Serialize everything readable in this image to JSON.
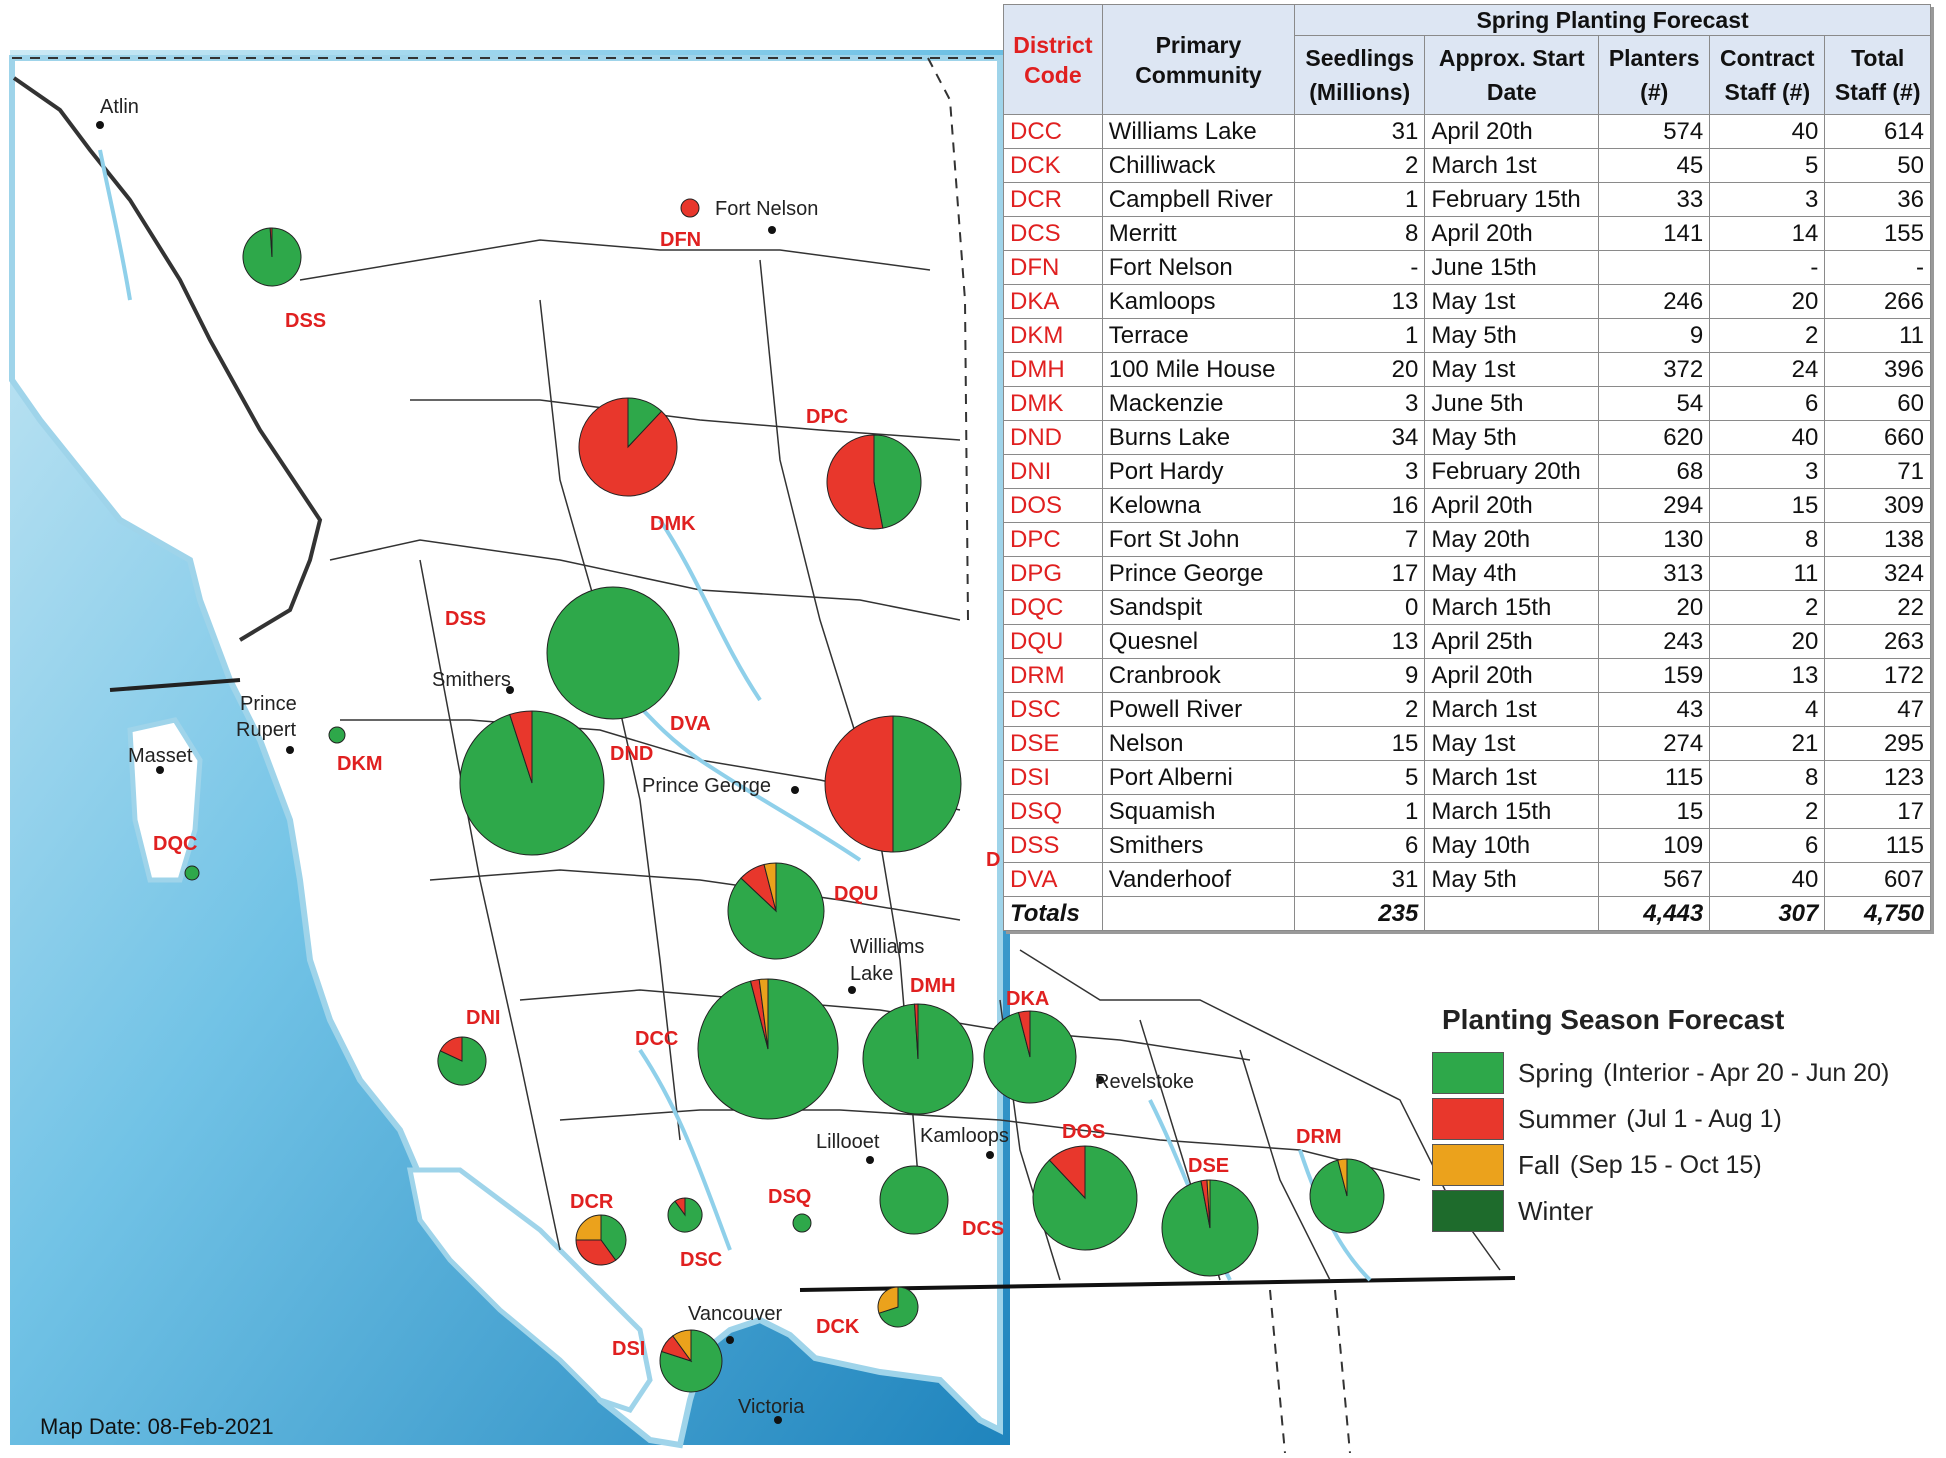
{
  "colors": {
    "spring": "#2ea84a",
    "summer": "#e8372c",
    "fall": "#eba21c",
    "winter": "#1e6b2c",
    "ocean": "#6cc4e6",
    "label_red": "#e02020"
  },
  "map": {
    "date_label": "Map Date:  08-Feb-2021",
    "cities": [
      "Atlin",
      "Fort Nelson",
      "Smithers",
      "Prince Rupert",
      "Masset",
      "Prince George",
      "Williams Lake",
      "Revelstoke",
      "Lillooet",
      "Kamloops",
      "Vancouver",
      "Victoria"
    ],
    "district_labels": [
      "DSS",
      "DFN",
      "DPC",
      "DMK",
      "DSS",
      "DKM",
      "DQC",
      "DND",
      "DVA",
      "DQU",
      "DMH",
      "DKA",
      "DCC",
      "DNI",
      "DOS",
      "DSE",
      "DRM",
      "DCR",
      "DSC",
      "DSQ",
      "DCS",
      "DCK",
      "DSI",
      "D"
    ]
  },
  "table": {
    "group_header": "Spring Planting Forecast",
    "columns": [
      "District Code",
      "Primary Community",
      "Seedlings (Millions)",
      "Approx. Start Date",
      "Planters (#)",
      "Contract Staff (#)",
      "Total Staff (#)"
    ],
    "rows": [
      [
        "DCC",
        "Williams Lake",
        "31",
        "April 20th",
        "574",
        "40",
        "614"
      ],
      [
        "DCK",
        "Chilliwack",
        "2",
        "March 1st",
        "45",
        "5",
        "50"
      ],
      [
        "DCR",
        "Campbell River",
        "1",
        "February 15th",
        "33",
        "3",
        "36"
      ],
      [
        "DCS",
        "Merritt",
        "8",
        "April 20th",
        "141",
        "14",
        "155"
      ],
      [
        "DFN",
        "Fort Nelson",
        "-",
        "June 15th",
        "",
        "-",
        "-"
      ],
      [
        "DKA",
        "Kamloops",
        "13",
        "May 1st",
        "246",
        "20",
        "266"
      ],
      [
        "DKM",
        "Terrace",
        "1",
        "May 5th",
        "9",
        "2",
        "11"
      ],
      [
        "DMH",
        "100 Mile House",
        "20",
        "May 1st",
        "372",
        "24",
        "396"
      ],
      [
        "DMK",
        "Mackenzie",
        "3",
        "June 5th",
        "54",
        "6",
        "60"
      ],
      [
        "DND",
        "Burns Lake",
        "34",
        "May 5th",
        "620",
        "40",
        "660"
      ],
      [
        "DNI",
        "Port Hardy",
        "3",
        "February 20th",
        "68",
        "3",
        "71"
      ],
      [
        "DOS",
        "Kelowna",
        "16",
        "April 20th",
        "294",
        "15",
        "309"
      ],
      [
        "DPC",
        "Fort St John",
        "7",
        "May 20th",
        "130",
        "8",
        "138"
      ],
      [
        "DPG",
        "Prince George",
        "17",
        "May 4th",
        "313",
        "11",
        "324"
      ],
      [
        "DQC",
        "Sandspit",
        "0",
        "March 15th",
        "20",
        "2",
        "22"
      ],
      [
        "DQU",
        "Quesnel",
        "13",
        "April 25th",
        "243",
        "20",
        "263"
      ],
      [
        "DRM",
        "Cranbrook",
        "9",
        "April 20th",
        "159",
        "13",
        "172"
      ],
      [
        "DSC",
        "Powell River",
        "2",
        "March 1st",
        "43",
        "4",
        "47"
      ],
      [
        "DSE",
        "Nelson",
        "15",
        "May 1st",
        "274",
        "21",
        "295"
      ],
      [
        "DSI",
        "Port Alberni",
        "5",
        "March 1st",
        "115",
        "8",
        "123"
      ],
      [
        "DSQ",
        "Squamish",
        "1",
        "March 15th",
        "15",
        "2",
        "17"
      ],
      [
        "DSS",
        "Smithers",
        "6",
        "May 10th",
        "109",
        "6",
        "115"
      ],
      [
        "DVA",
        "Vanderhoof",
        "31",
        "May 5th",
        "567",
        "40",
        "607"
      ]
    ],
    "totals": [
      "Totals",
      "",
      "235",
      "",
      "4,443",
      "307",
      "4,750"
    ]
  },
  "legend": {
    "title": "Planting Season Forecast",
    "items": [
      {
        "term": "Spring",
        "detail": "(Interior - Apr 20 - Jun 20)",
        "color": "#2ea84a"
      },
      {
        "term": "Summer",
        "detail": "(Jul 1 - Aug 1)",
        "color": "#e8372c"
      },
      {
        "term": "Fall",
        "detail": "(Sep 15 - Oct 15)",
        "color": "#eba21c"
      },
      {
        "term": "Winter",
        "detail": "",
        "color": "#1e6b2c"
      }
    ]
  },
  "pies": [
    {
      "district": "DSS-north",
      "slices": {
        "spring": 0.99,
        "summer": 0.01
      }
    },
    {
      "district": "DFN",
      "slices": {
        "summer": 1.0
      }
    },
    {
      "district": "DMK",
      "slices": {
        "summer": 0.88,
        "spring": 0.12
      }
    },
    {
      "district": "DPC",
      "slices": {
        "spring": 0.47,
        "summer": 0.53
      }
    },
    {
      "district": "DKM",
      "slices": {
        "spring": 1.0
      }
    },
    {
      "district": "DQC",
      "slices": {
        "spring": 1.0
      }
    },
    {
      "district": "DVA",
      "slices": {
        "spring": 1.0
      }
    },
    {
      "district": "DND",
      "slices": {
        "spring": 0.95,
        "summer": 0.05
      }
    },
    {
      "district": "DPG",
      "slices": {
        "spring": 0.5,
        "summer": 0.5
      }
    },
    {
      "district": "DQU",
      "slices": {
        "spring": 0.87,
        "summer": 0.09,
        "fall": 0.04
      }
    },
    {
      "district": "DCC",
      "slices": {
        "spring": 0.96,
        "summer": 0.02,
        "fall": 0.02
      }
    },
    {
      "district": "DMH",
      "slices": {
        "spring": 0.99,
        "summer": 0.01
      }
    },
    {
      "district": "DKA",
      "slices": {
        "spring": 0.96,
        "summer": 0.04
      }
    },
    {
      "district": "DNI",
      "slices": {
        "spring": 0.82,
        "summer": 0.18
      }
    },
    {
      "district": "DCS",
      "slices": {
        "spring": 1.0
      }
    },
    {
      "district": "DOS",
      "slices": {
        "spring": 0.88,
        "summer": 0.12
      }
    },
    {
      "district": "DSE",
      "slices": {
        "spring": 0.97,
        "summer": 0.02,
        "fall": 0.01
      }
    },
    {
      "district": "DRM",
      "slices": {
        "spring": 0.96,
        "fall": 0.04
      }
    },
    {
      "district": "DCR",
      "slices": {
        "spring": 0.4,
        "summer": 0.35,
        "fall": 0.25
      }
    },
    {
      "district": "DSC",
      "slices": {
        "spring": 0.9,
        "summer": 0.1
      }
    },
    {
      "district": "DSQ",
      "slices": {
        "spring": 1.0
      }
    },
    {
      "district": "DCK",
      "slices": {
        "spring": 0.7,
        "fall": 0.3
      }
    },
    {
      "district": "DSI",
      "slices": {
        "spring": 0.8,
        "summer": 0.1,
        "fall": 0.1
      }
    }
  ]
}
